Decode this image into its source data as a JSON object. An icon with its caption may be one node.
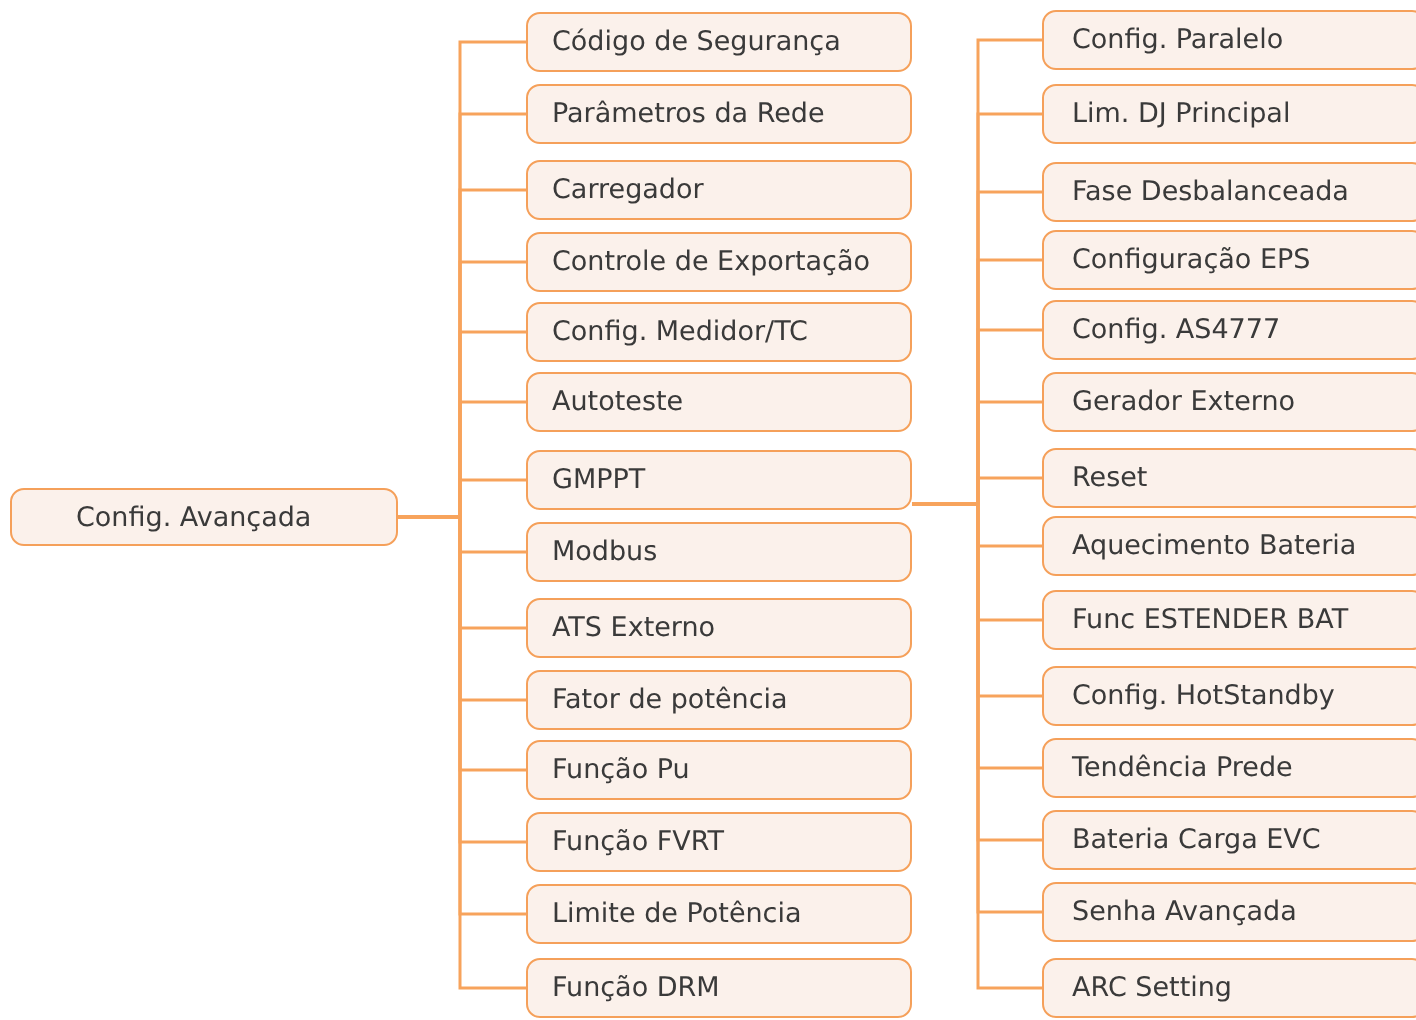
{
  "diagram": {
    "nodes": [
      {
        "text": [
          "Config. Avançada"
        ]
      },
      {
        "text": [
          "Código de Segurança"
        ]
      },
      {
        "text": [
          "Parâmetros da Rede"
        ]
      },
      {
        "text": [
          "Carregador"
        ]
      },
      {
        "text": [
          "Controle de Exportação"
        ]
      },
      {
        "text": [
          "Config. Medidor/TC"
        ]
      },
      {
        "text": [
          "Autoteste"
        ]
      },
      {
        "text": [
          "GMPPT"
        ]
      },
      {
        "text": [
          "Modbus"
        ]
      },
      {
        "text": [
          "ATS Externo"
        ]
      },
      {
        "text": [
          "Fator de potência"
        ]
      },
      {
        "text": [
          "Função Pu"
        ]
      },
      {
        "text": [
          "Função FVRT"
        ]
      },
      {
        "text": [
          "Limite de Potência"
        ]
      },
      {
        "text": [
          "Função DRM"
        ]
      },
      {
        "text": [
          "Config. Paralelo"
        ]
      },
      {
        "text": [
          "Lim. DJ Principal"
        ]
      },
      {
        "text": [
          "Fase Desbalanceada"
        ]
      },
      {
        "text": [
          "Configuração EPS"
        ]
      },
      {
        "text": [
          "Config. AS4777"
        ]
      },
      {
        "text": [
          "Gerador Externo"
        ]
      },
      {
        "text": [
          "Reset"
        ]
      },
      {
        "text": [
          "Aquecimento Bateria"
        ]
      },
      {
        "text": [
          "Func ESTENDER BAT"
        ]
      },
      {
        "text": [
          "Config. HotStandby"
        ]
      },
      {
        "text": [
          "Tendência Prede"
        ]
      },
      {
        "text": [
          "Bateria Carga EVC"
        ]
      },
      {
        "text": [
          "Senha Avançada"
        ]
      },
      {
        "text": [
          "ARC Setting"
        ]
      }
    ],
    "edges": [
      {
        "from": 0,
        "to": 1,
        "arrow": "none"
      },
      {
        "from": 0,
        "to": 2,
        "arrow": "none"
      },
      {
        "from": 0,
        "to": 3,
        "arrow": "none"
      },
      {
        "from": 0,
        "to": 4,
        "arrow": "none"
      },
      {
        "from": 0,
        "to": 5,
        "arrow": "none"
      },
      {
        "from": 0,
        "to": 6,
        "arrow": "none"
      },
      {
        "from": 0,
        "to": 7,
        "arrow": "none"
      },
      {
        "from": 0,
        "to": 8,
        "arrow": "none"
      },
      {
        "from": 0,
        "to": 9,
        "arrow": "none"
      },
      {
        "from": 0,
        "to": 10,
        "arrow": "none"
      },
      {
        "from": 0,
        "to": 11,
        "arrow": "none"
      },
      {
        "from": 0,
        "to": 12,
        "arrow": "none"
      },
      {
        "from": 0,
        "to": 13,
        "arrow": "none"
      },
      {
        "from": 0,
        "to": 14,
        "arrow": "none"
      },
      {
        "from": 7,
        "to": 15,
        "arrow": "none"
      },
      {
        "from": 7,
        "to": 16,
        "arrow": "none"
      },
      {
        "from": 7,
        "to": 17,
        "arrow": "none"
      },
      {
        "from": 7,
        "to": 18,
        "arrow": "none"
      },
      {
        "from": 7,
        "to": 19,
        "arrow": "none"
      },
      {
        "from": 7,
        "to": 20,
        "arrow": "none"
      },
      {
        "from": 7,
        "to": 21,
        "arrow": "none"
      },
      {
        "from": 7,
        "to": 22,
        "arrow": "none"
      },
      {
        "from": 7,
        "to": 23,
        "arrow": "none"
      },
      {
        "from": 7,
        "to": 24,
        "arrow": "none"
      },
      {
        "from": 7,
        "to": 25,
        "arrow": "none"
      },
      {
        "from": 7,
        "to": 26,
        "arrow": "none"
      },
      {
        "from": 7,
        "to": 27,
        "arrow": "none"
      },
      {
        "from": 7,
        "to": 28,
        "arrow": "none"
      }
    ]
  }
}
